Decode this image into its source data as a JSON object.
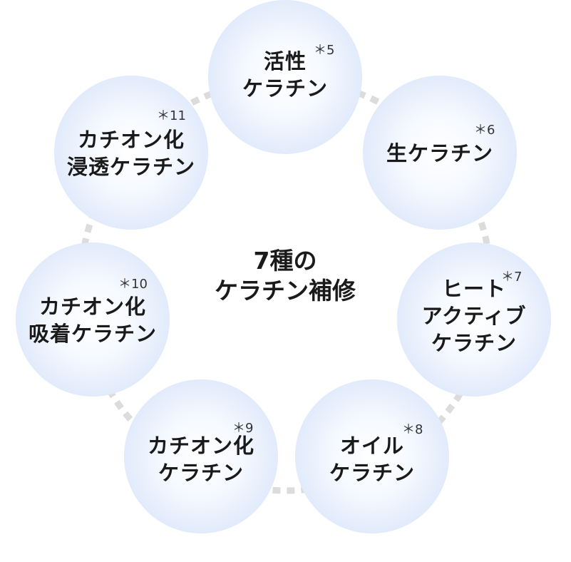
{
  "diagram": {
    "center_title": [
      "7種の",
      "ケラチン補修"
    ],
    "nodes": [
      {
        "lines": [
          "活性",
          "ケラチン"
        ],
        "note": "＊5"
      },
      {
        "lines": [
          "生ケラチン"
        ],
        "note": "＊6"
      },
      {
        "lines": [
          "ヒート",
          "アクティブ",
          "ケラチン"
        ],
        "note": "＊7"
      },
      {
        "lines": [
          "オイル",
          "ケラチン"
        ],
        "note": "＊8"
      },
      {
        "lines": [
          "カチオン化",
          "ケラチン"
        ],
        "note": "＊9"
      },
      {
        "lines": [
          "カチオン化",
          "吸着ケラチン"
        ],
        "note": "＊10"
      },
      {
        "lines": [
          "カチオン化",
          "浸透ケラチン"
        ],
        "note": "＊11"
      }
    ],
    "colors": {
      "circle_edge": "#c9dcf7",
      "circle_center": "#ffffff",
      "connector": "#dcdcdc",
      "text": "#1a1a1a"
    }
  }
}
